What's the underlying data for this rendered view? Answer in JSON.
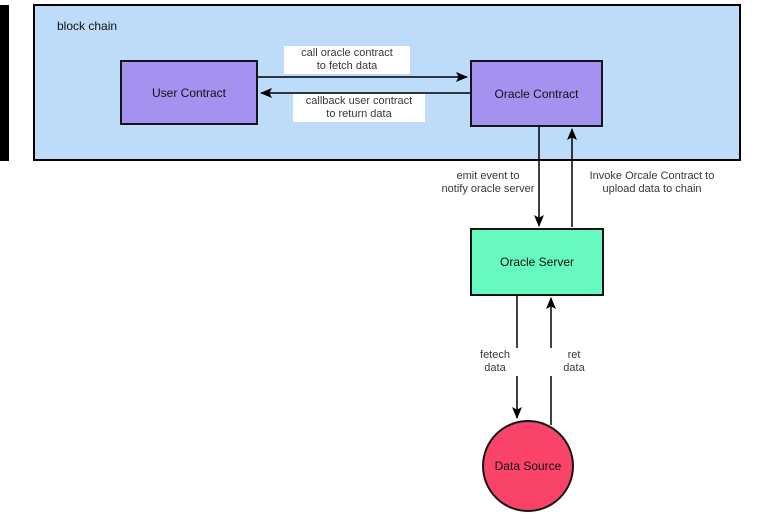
{
  "diagram": {
    "container": {
      "label": "block chain"
    },
    "nodes": {
      "user_contract": {
        "label": "User Contract",
        "fill": "#a592f0",
        "shape": "rect"
      },
      "oracle_contract": {
        "label": "Oracle Contract",
        "fill": "#a592f0",
        "shape": "rect"
      },
      "oracle_server": {
        "label": "Oracle Server",
        "fill": "#66fac1",
        "shape": "rect"
      },
      "data_source": {
        "label": "Data Source",
        "fill": "#fa4368",
        "shape": "circle"
      }
    },
    "edges": {
      "call": {
        "label": "call oracle contract\nto fetch data",
        "from": "user_contract",
        "to": "oracle_contract"
      },
      "callback": {
        "label": "callback user contract\nto return data",
        "from": "oracle_contract",
        "to": "user_contract"
      },
      "emit": {
        "label": "emit event to\nnotify oracle server",
        "from": "oracle_contract",
        "to": "oracle_server"
      },
      "invoke": {
        "label": "Invoke Orcale Contract to\nupload data to chain",
        "from": "oracle_server",
        "to": "oracle_contract"
      },
      "fetch": {
        "label": "fetech\ndata",
        "from": "oracle_server",
        "to": "data_source"
      },
      "ret": {
        "label": "ret\ndata",
        "from": "data_source",
        "to": "oracle_server"
      }
    },
    "colors": {
      "container_fill": "#bcdcfa",
      "contract_fill": "#a592f0",
      "server_fill": "#66fac1",
      "source_fill": "#fa4368",
      "stroke": "#000000"
    }
  }
}
